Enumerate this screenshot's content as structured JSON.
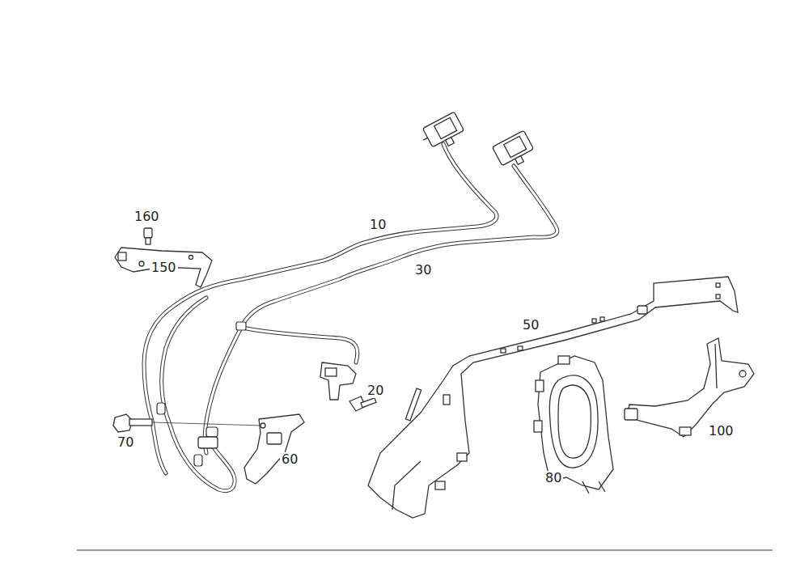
{
  "diagram": {
    "labels": [
      "160",
      "10",
      "150",
      "30",
      "50",
      "20",
      "70",
      "60",
      "80",
      "100"
    ]
  }
}
